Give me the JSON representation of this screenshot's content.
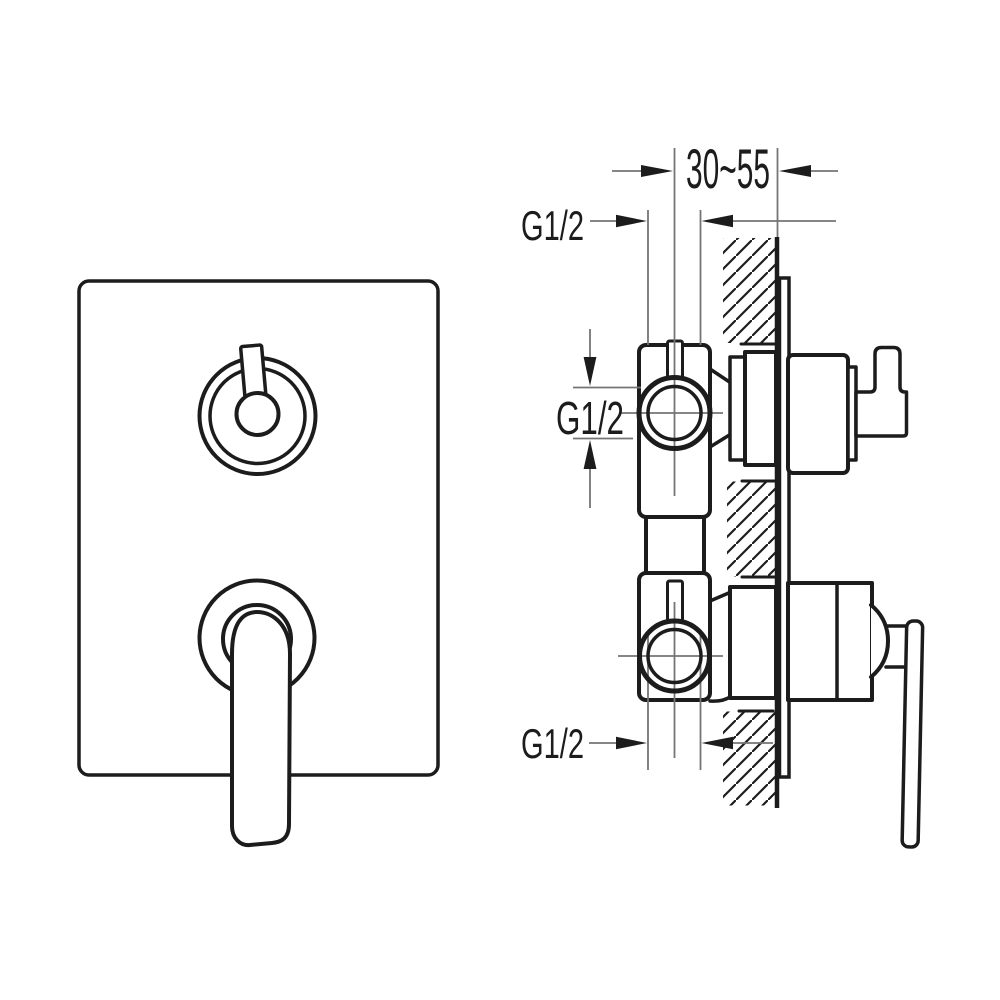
{
  "drawing": {
    "labels": {
      "depth_range": "30~55",
      "thread_top": "G1/2",
      "thread_middle": "G1/2",
      "thread_bottom": "G1/2"
    },
    "colors": {
      "background": "#ffffff",
      "object_line": "#1c1c1c",
      "dimension_line": "#757575"
    }
  }
}
